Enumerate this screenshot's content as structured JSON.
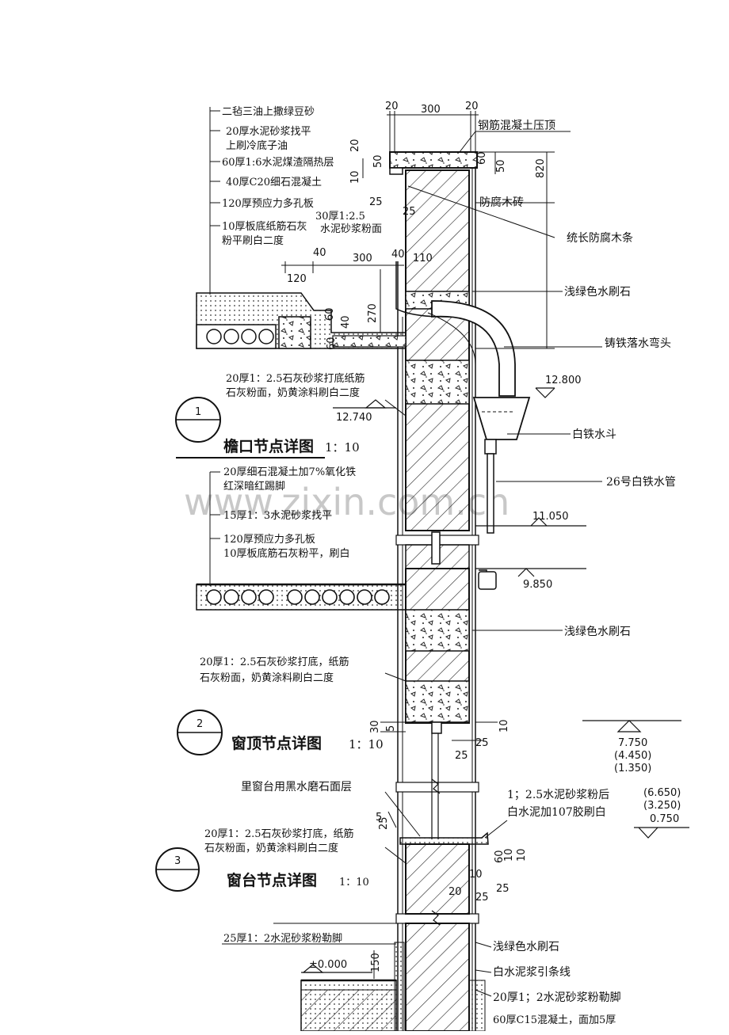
{
  "watermark": "www.zixin.com.cn",
  "eave_layers": [
    "二毡三油上撒绿豆砂",
    "20厚水泥砂浆找平",
    "上刷冷底子油",
    "60厚1:6水泥煤渣隔热层",
    "40厚C20细石混凝土",
    "120厚预应力多孔板",
    "10厚板底纸筋石灰",
    "粉平刷白二度"
  ],
  "eave_labels": {
    "coping": "钢筋混凝土压顶",
    "brick": "防腐木砖",
    "strip": "统长防腐木条",
    "stone": "浅绿色水刷石",
    "elbow": "铸铁落水弯头",
    "hopper": "白铁水斗",
    "pipe": "26号白铁水管",
    "plaster_30a": "30厚1:2.5",
    "plaster_30b": "水泥砂浆粉面",
    "inner_a": "20厚1：2.5石灰砂浆打底纸筋",
    "inner_b": "石灰粉面，奶黄涂料刷白二度"
  },
  "eave_dims": {
    "d20a": "20",
    "d300a": "300",
    "d20b": "20",
    "d60": "60",
    "d50a": "50",
    "d820": "820",
    "d20c": "20",
    "d50b": "50",
    "d10": "10",
    "d25a": "25",
    "d25b": "25",
    "d40a": "40",
    "d300b": "300",
    "d40b": "40",
    "d110": "110",
    "d120": "120",
    "d270": "270",
    "d60b": "60",
    "d40c": "40",
    "d60c": "60"
  },
  "elevations": {
    "e12800": "12.800",
    "e12740": "12.740",
    "e11050": "11.050",
    "e9850": "9.850",
    "e7750": "7.750",
    "e4450": "(4.450)",
    "e1350": "(1.350)",
    "e6650": "(6.650)",
    "e3250": "(3.250)",
    "e0750": "0.750",
    "e0000": "±0.000"
  },
  "detail1": {
    "num": "1",
    "title": "檐口节点详图",
    "scale": "1：10"
  },
  "floor_layers": [
    "20厚细石混凝土加7%氧化铁",
    "红深暗红踢脚",
    "15厚1：3水泥砂浆找平",
    "120厚预应力多孔板",
    "10厚板底筋石灰粉平，刷白"
  ],
  "wall_labels": {
    "stone2": "浅绿色水刷石",
    "inner2a": "20厚1：2.5石灰砂浆打底，纸筋",
    "inner2b": "石灰粉面，奶黄涂料刷白二度"
  },
  "detail2": {
    "num": "2",
    "title": "窗顶节点详图",
    "scale": "1：10"
  },
  "window_dims": {
    "d30": "30",
    "d5": "5",
    "d25a": "25",
    "d25b": "25",
    "d10": "10"
  },
  "sill_labels": {
    "black": "里窗台用黑水磨石面层",
    "white_a": "1；2.5水泥砂浆粉后",
    "white_b": "白水泥加107胶刷白",
    "inner3a": "20厚1：2.5石灰砂浆打底，纸筋",
    "inner3b": "石灰粉面，奶黄涂料刷白二度"
  },
  "sill_dims": {
    "d25": "25",
    "d5": "5",
    "d20": "20",
    "d60": "60",
    "d10a": "10",
    "d10b": "10",
    "d10c": "10",
    "d25b": "25",
    "d25c": "25"
  },
  "detail3": {
    "num": "3",
    "title": "窗台节点详图",
    "scale": "1：10"
  },
  "plinth_labels": {
    "plinth25": "25厚1：2水泥砂浆粉勒脚",
    "d150": "150",
    "stone3": "浅绿色水刷石",
    "line": "白水泥浆引条线",
    "plinth20": "20厚1；2水泥砂浆粉勒脚",
    "c15": "60厚C15混凝土，面加5厚"
  }
}
